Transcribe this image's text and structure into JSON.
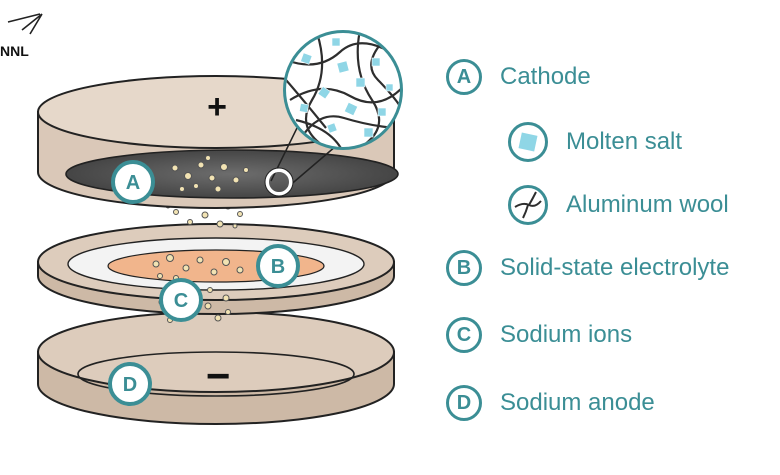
{
  "logo": {
    "text": "NNL"
  },
  "diagram": {
    "cathode_sign": "+",
    "anode_sign": "−",
    "markers": {
      "a": "A",
      "b": "B",
      "c": "C",
      "d": "D"
    }
  },
  "legend": {
    "a": {
      "letter": "A",
      "label": "Cathode"
    },
    "molten_salt": {
      "label": "Molten salt"
    },
    "aluminum_wool": {
      "label": "Aluminum wool"
    },
    "b": {
      "letter": "B",
      "label": "Solid-state electrolyte"
    },
    "c": {
      "letter": "C",
      "label": "Sodium ions"
    },
    "d": {
      "letter": "D",
      "label": "Sodium anode"
    }
  },
  "colors": {
    "teal": "#3b8e95",
    "disk_tan": "#dac8b8",
    "electrolyte_orange": "#f1b58c",
    "ion_yellow": "#f2e3b3",
    "crystal_blue": "#8fd6e6"
  }
}
